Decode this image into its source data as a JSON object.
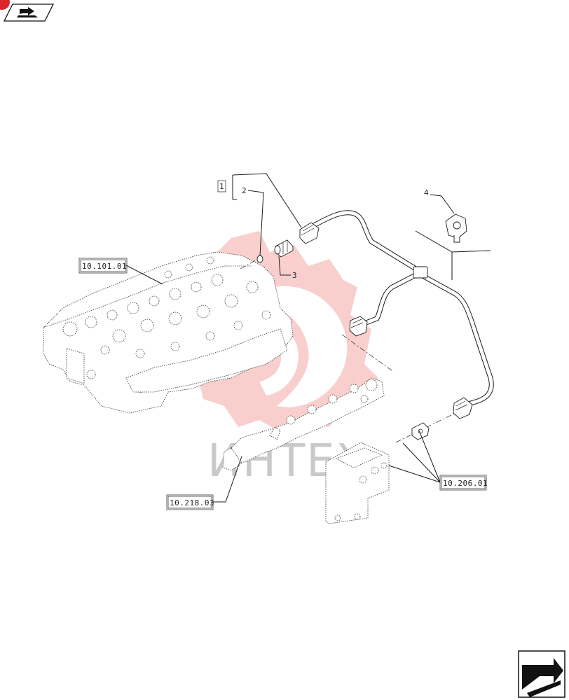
{
  "references": {
    "engine_head": "10.101.01",
    "fuel_rail": "10.218.03",
    "bracket": "10.206.01"
  },
  "items": {
    "item1": "1",
    "item2": "2",
    "item3": "3",
    "item4": "4"
  },
  "watermark": {
    "text": "ИНТЕХ"
  },
  "icons": {
    "top_left": "book-with-arrow-icon",
    "bottom_right": "next-page-arrow-icon"
  },
  "colors": {
    "watermark_red": "#e8554e",
    "watermark_gray": "#c9c9c9",
    "badge_red": "#d9262b"
  }
}
